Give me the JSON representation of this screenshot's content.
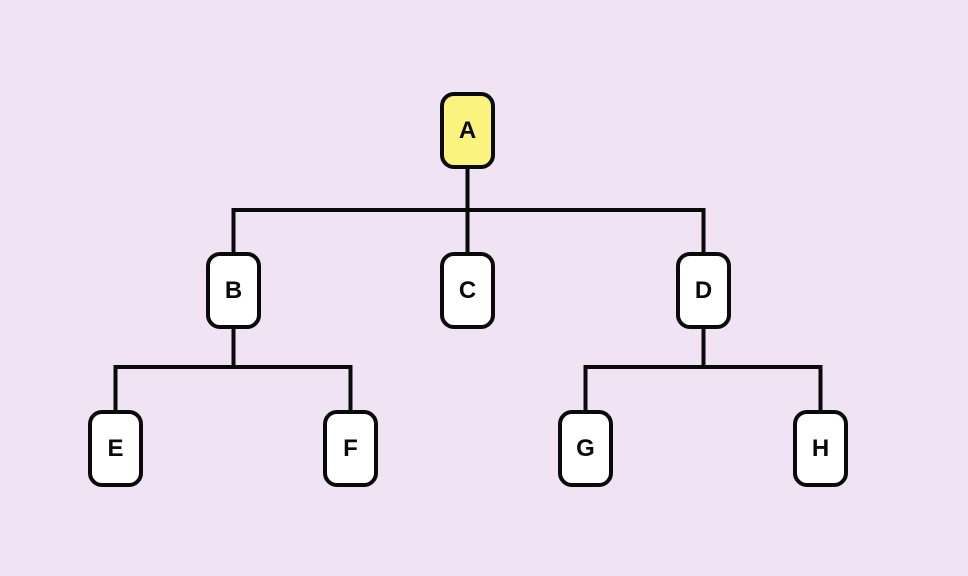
{
  "canvas": {
    "background_color": "#F0E3F3"
  },
  "diagram": {
    "type": "tree",
    "stroke_color": "#0A0A0A",
    "node_fill_color": "#FFFFFF",
    "highlight_fill_color": "#FAF37E",
    "nodes": [
      {
        "id": "A",
        "label": "A",
        "highlighted": true,
        "level": 0
      },
      {
        "id": "B",
        "label": "B",
        "highlighted": false,
        "level": 1
      },
      {
        "id": "C",
        "label": "C",
        "highlighted": false,
        "level": 1
      },
      {
        "id": "D",
        "label": "D",
        "highlighted": false,
        "level": 1
      },
      {
        "id": "E",
        "label": "E",
        "highlighted": false,
        "level": 2
      },
      {
        "id": "F",
        "label": "F",
        "highlighted": false,
        "level": 2
      },
      {
        "id": "G",
        "label": "G",
        "highlighted": false,
        "level": 2
      },
      {
        "id": "H",
        "label": "H",
        "highlighted": false,
        "level": 2
      }
    ],
    "edges": [
      [
        "A",
        "B"
      ],
      [
        "A",
        "C"
      ],
      [
        "A",
        "D"
      ],
      [
        "B",
        "E"
      ],
      [
        "B",
        "F"
      ],
      [
        "D",
        "G"
      ],
      [
        "D",
        "H"
      ]
    ]
  }
}
